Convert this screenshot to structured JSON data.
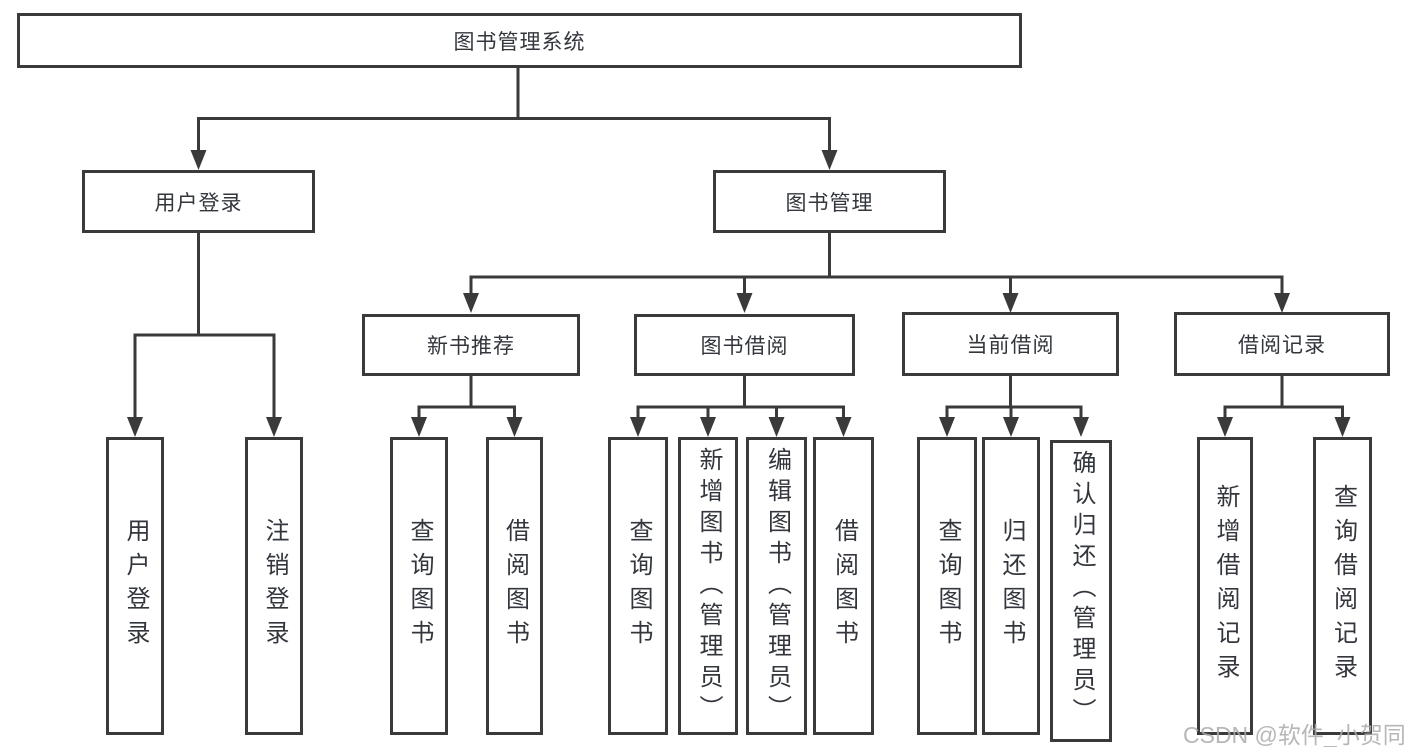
{
  "title": "图书管理系统",
  "watermark": "CSDN @软件_小贺同学",
  "colors": {
    "line": "#3a3a3a",
    "box_border": "#3a3a3a",
    "text": "#33373d",
    "watermark": "#aaaaaa",
    "background": "#ffffff"
  },
  "tree": {
    "root": {
      "label": "图书管理系统"
    },
    "branches": [
      {
        "label": "用户登录",
        "children": [
          {
            "label": "用户登录"
          },
          {
            "label": "注销登录"
          }
        ]
      },
      {
        "label": "图书管理",
        "children": [
          {
            "label": "新书推荐",
            "children": [
              {
                "label": "查询图书"
              },
              {
                "label": "借阅图书"
              }
            ]
          },
          {
            "label": "图书借阅",
            "children": [
              {
                "label": "查询图书"
              },
              {
                "label": "新增图书（管理员）"
              },
              {
                "label": "编辑图书（管理员）"
              },
              {
                "label": "借阅图书"
              }
            ]
          },
          {
            "label": "当前借阅",
            "children": [
              {
                "label": "查询图书"
              },
              {
                "label": "归还图书"
              },
              {
                "label": "确认归还（管理员）"
              }
            ]
          },
          {
            "label": "借阅记录",
            "children": [
              {
                "label": "新增借阅记录"
              },
              {
                "label": "查询借阅记录"
              }
            ]
          }
        ]
      }
    ]
  }
}
